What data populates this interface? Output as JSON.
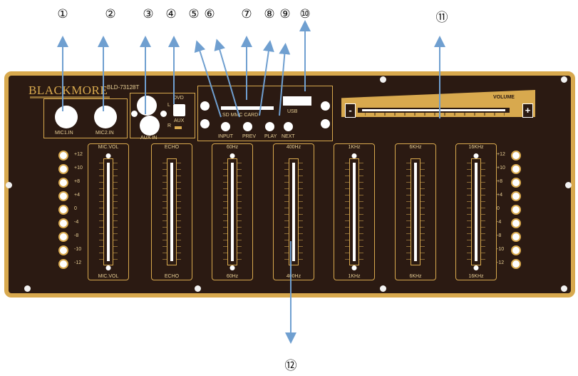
{
  "callouts": {
    "c1": "①",
    "c2": "②",
    "c3": "③",
    "c4": "④",
    "c5": "⑤",
    "c6": "⑥",
    "c7": "⑦",
    "c8": "⑧",
    "c9": "⑨",
    "c10": "⑩",
    "c11": "⑪",
    "c12": "⑫"
  },
  "panel": {
    "brand": "BLACKMORE",
    "model": "BLD-73128T",
    "mic1_label": "MIC1.IN",
    "mic2_label": "MIC2.IN",
    "aux_in_label": "AUX IN",
    "aux_left": "L",
    "aux_right": "R",
    "dvd_label": "DVD",
    "aux_label": "AUX",
    "sd_label": "SD MMC CARD",
    "usb_label": "USB",
    "input_label": "INPUT",
    "prev_label": "PREV",
    "play_label": "PLAY",
    "next_label": "NEXT",
    "volume_label": "VOLUME",
    "vol_minus": "-",
    "vol_plus": "+"
  },
  "sliders": [
    {
      "top": "MIC.VOL",
      "bottom": "MIC.VOL"
    },
    {
      "top": "ECHO",
      "bottom": "ECHO"
    },
    {
      "top": "60Hz",
      "bottom": "60Hz"
    },
    {
      "top": "400Hz",
      "bottom": "400Hz"
    },
    {
      "top": "1KHz",
      "bottom": "1KHz"
    },
    {
      "top": "6KHz",
      "bottom": "6KHz"
    },
    {
      "top": "16KHz",
      "bottom": "16KHz"
    }
  ],
  "scale": [
    "+12",
    "+10",
    "+8",
    "+4",
    "0",
    "-4",
    "-8",
    "-10",
    "-12"
  ]
}
